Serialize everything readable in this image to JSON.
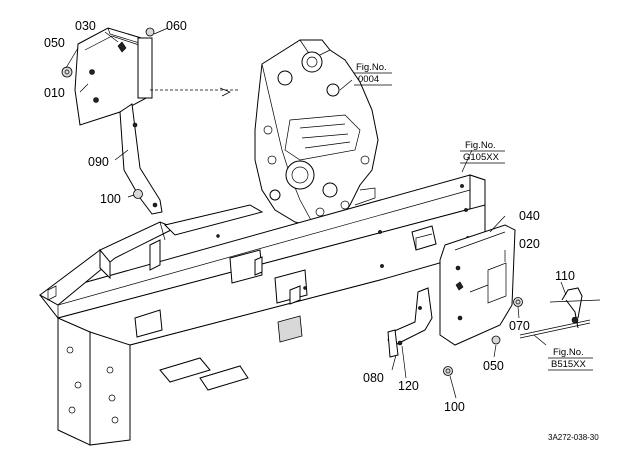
{
  "parts": {
    "p030": "030",
    "p060": "060",
    "p050a": "050",
    "p010": "010",
    "p090": "090",
    "p100a": "100",
    "p040": "040",
    "p020": "020",
    "p110": "110",
    "p070": "070",
    "p050b": "050",
    "p080": "080",
    "p120": "120",
    "p100b": "100"
  },
  "figs": {
    "f1_title": "Fig.No.",
    "f1_num": "0004",
    "f2_title": "Fig.No.",
    "f2_num": "G105XX",
    "f3_title": "Fig.No.",
    "f3_num": "B515XX"
  },
  "code": "3A272-038-30"
}
